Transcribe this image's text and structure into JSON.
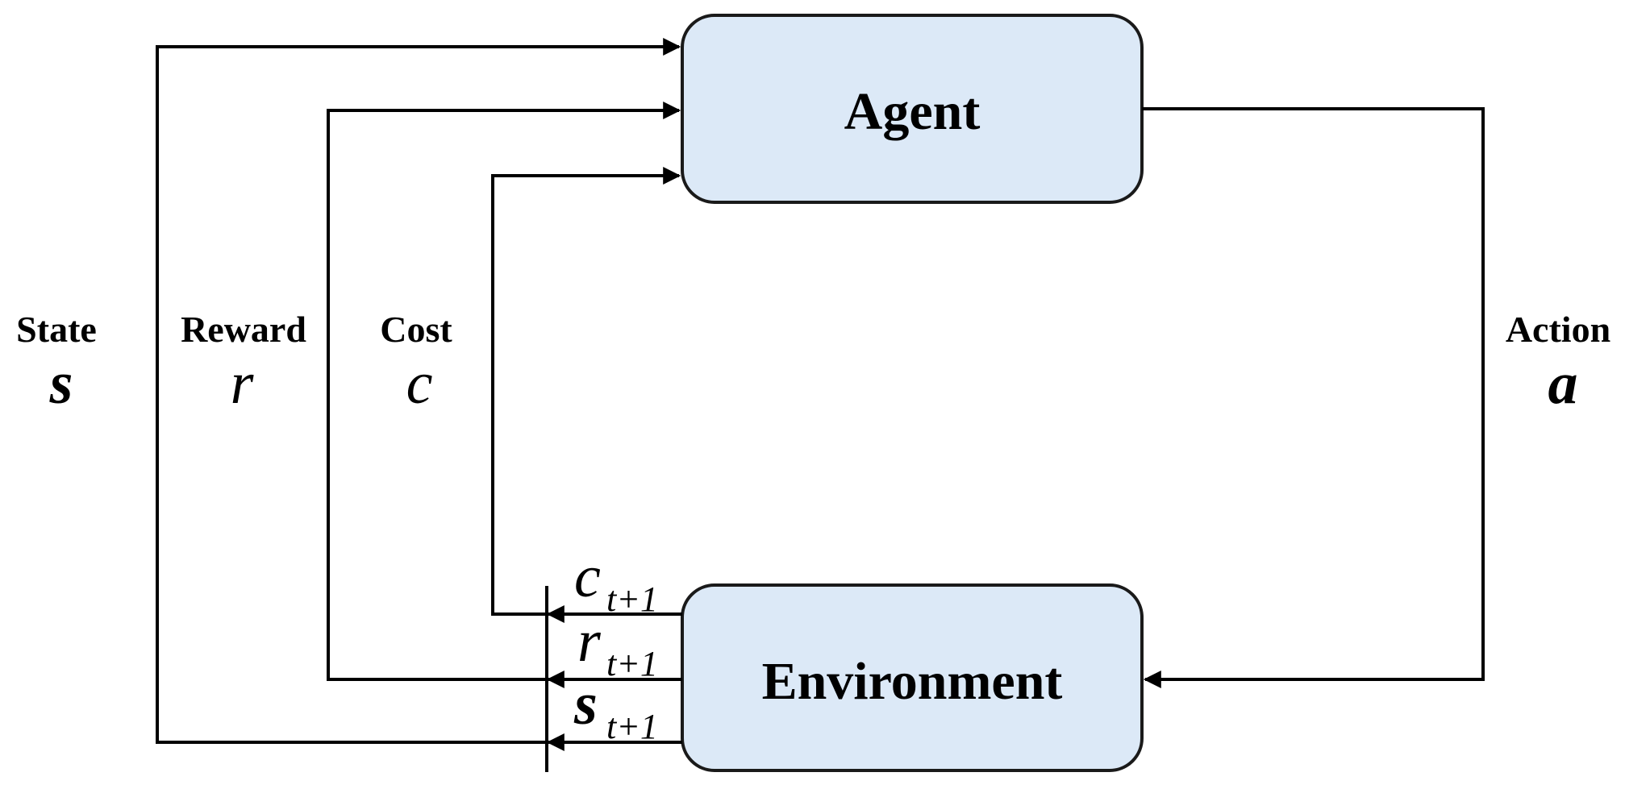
{
  "agent_label": "Agent",
  "environment_label": "Environment",
  "state": {
    "label": "State",
    "symbol": "s"
  },
  "reward": {
    "label": "Reward",
    "symbol": "r"
  },
  "cost": {
    "label": "Cost",
    "symbol": "c"
  },
  "action": {
    "label": "Action",
    "symbol": "a"
  },
  "outputs": {
    "cost_next": {
      "symbol": "c",
      "subscript": "t+1"
    },
    "reward_next": {
      "symbol": "r",
      "subscript": "t+1"
    },
    "state_next": {
      "symbol": "s",
      "subscript": "t+1"
    }
  }
}
